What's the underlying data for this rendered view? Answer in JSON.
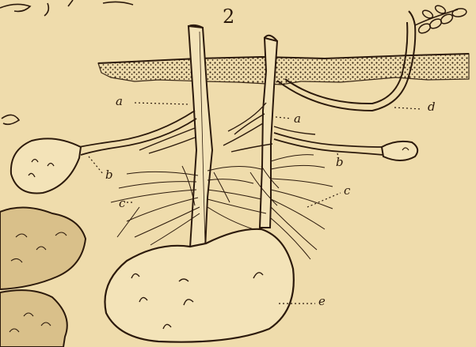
{
  "figure": {
    "number": "2",
    "labels": {
      "a_left": "a",
      "a_right": "a",
      "b_left": "b",
      "b_right": "b",
      "c_left": "c",
      "c_right": "c",
      "d": "d",
      "e": "e"
    }
  },
  "colors": {
    "paper": "#efdcac",
    "ink": "#2c1a0c",
    "soil": "#3a2816"
  }
}
